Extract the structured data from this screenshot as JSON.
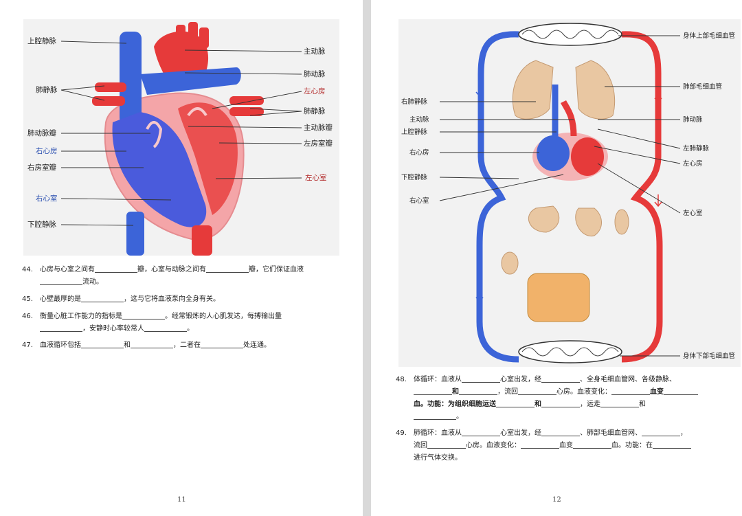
{
  "pages": {
    "left_number": "11",
    "right_number": "12"
  },
  "heart_labels": {
    "svc": "上腔静脉",
    "aorta": "主动脉",
    "pulm_artery": "肺动脉",
    "pulm_veins": "肺静脉",
    "left_atrium": "左心房",
    "pulm_veins2": "肺静脉",
    "pulm_valve": "肺动脉瓣",
    "aortic_valve": "主动脉瓣",
    "right_atrium": "右心房",
    "mitral_valve": "左房室瓣",
    "tricuspid": "右房室瓣",
    "left_ventricle": "左心室",
    "right_ventricle": "右心室",
    "ivc": "下腔静脉"
  },
  "circ_labels": {
    "upper_capillary": "身体上部毛细血管",
    "lung_capillary": "肺部毛细血管",
    "right_pv": "右肺静脉",
    "aorta": "主动脉",
    "pulm_artery": "肺动脉",
    "svc": "上腔静脉",
    "left_pv": "左肺静脉",
    "right_atrium": "右心房",
    "left_atrium": "左心房",
    "ivc": "下腔静脉",
    "right_ventricle": "右心室",
    "left_ventricle": "左心室",
    "lower_capillary": "身体下部毛细血管"
  },
  "questions": {
    "q44": {
      "num": "44.",
      "t1": "心房与心室之间有",
      "t2": "瓣，心室与动脉之间有",
      "t3": "瓣，它们保证血液",
      "t4": "流动。"
    },
    "q45": {
      "num": "45.",
      "t1": "心壁最厚的是",
      "t2": "，这与它将血液泵向全身有关。"
    },
    "q46": {
      "num": "46.",
      "t1": "衡量心脏工作能力的指标是",
      "t2": "。经常锻炼的人心肌发达，每搏输出量",
      "t3": "，安静时心率较常人",
      "t4": "。"
    },
    "q47": {
      "num": "47.",
      "t1": "血液循环包括",
      "t2": "和",
      "t3": "，二者在",
      "t4": "处连通。"
    },
    "q48": {
      "num": "48.",
      "t1": "体循环：血液从",
      "t2": "心室出发，经",
      "t3": "、全身毛细血管网、各级静脉、",
      "t4": "和",
      "t5": "，流回",
      "t6": "心房。血液变化：",
      "t7": "血变",
      "t8": "血。功能：为组织细胞运送",
      "t9": "和",
      "t10": "，运走",
      "t11": "和",
      "t12": "。"
    },
    "q49": {
      "num": "49.",
      "t1": "肺循环：血液从",
      "t2": "心室出发，经",
      "t3": "、肺部毛细血管网、",
      "t4": "，",
      "t5": "流回",
      "t6": "心房。血液变化：",
      "t7": "血变",
      "t8": "血。功能：在",
      "t9": "进行气体交换。"
    }
  },
  "colors": {
    "artery_red": "#e63a3a",
    "vein_blue": "#3c64d8",
    "heart_pink": "#f4a5a8",
    "tissue_tan": "#e9c7a2"
  }
}
